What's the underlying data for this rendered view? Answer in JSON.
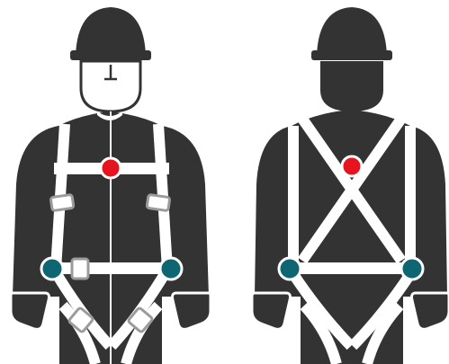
{
  "figures": [
    {
      "view": "front",
      "attachment_points": [
        "sternal",
        "left-hip",
        "right-hip"
      ]
    },
    {
      "view": "back",
      "attachment_points": [
        "dorsal",
        "left-hip",
        "right-hip"
      ]
    }
  ],
  "colors": {
    "body": "#333333",
    "strap": "#ffffff",
    "buckle": "#9b9b9b",
    "dring_chest": "#e5141e",
    "dring_hip": "#0e6672",
    "background": "#ffffff"
  },
  "icons": [
    "hard-hat-icon",
    "face-icon",
    "buckle-icon",
    "d-ring-icon",
    "tool-pouch-icon"
  ]
}
